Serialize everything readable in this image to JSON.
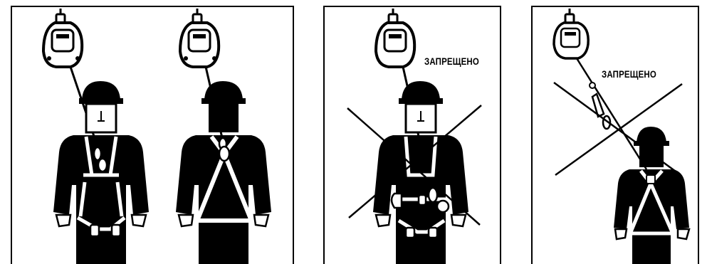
{
  "illustrations": {
    "panel_1": {
      "figures": [
        "correct-front-view",
        "correct-back-view"
      ]
    },
    "panel_2": {
      "label": "ЗАПРЕЩЕНО",
      "figure": "forbidden-front-attachment"
    },
    "panel_3": {
      "label": "ЗАПРЕЩЕНО",
      "figure": "forbidden-overhead-angle"
    }
  },
  "colors": {
    "ink": "#000000",
    "paper": "#ffffff"
  },
  "icons": [
    "self-retracting-lifeline-icon",
    "hook-icon",
    "cross-out-icon",
    "harness-icon"
  ]
}
